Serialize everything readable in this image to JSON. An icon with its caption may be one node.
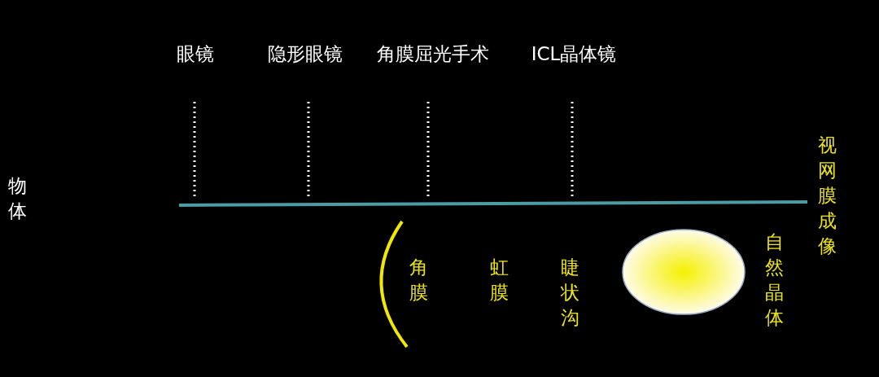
{
  "diagram": {
    "labels": [
      "眼镜",
      "隐形眼镜",
      "角膜屈光手术",
      "ICL晶体镜",
      "物体",
      "视网膜成像",
      "角膜",
      "虹膜",
      "睫状沟",
      "自然晶体"
    ]
  }
}
